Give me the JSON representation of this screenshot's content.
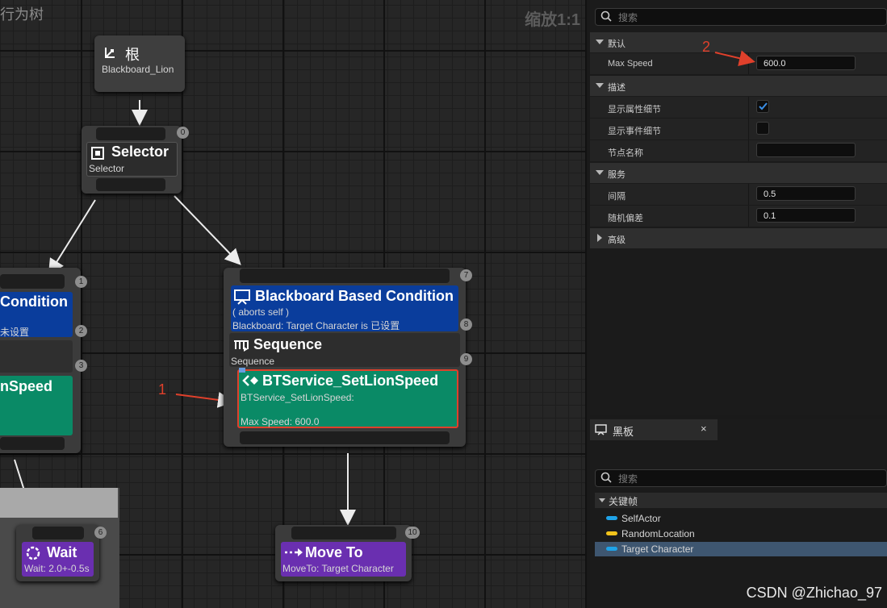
{
  "graph": {
    "title": "行为树",
    "zoom": "缩放1:1",
    "root": {
      "title": "根",
      "subtitle": "Blackboard_Lion"
    },
    "selector": {
      "title": "Selector",
      "subtitle": "Selector",
      "index": "0"
    },
    "left_cond": {
      "title": "Condition",
      "subtitle": "未设置",
      "indices": [
        "1",
        "2",
        "3"
      ]
    },
    "left_service": {
      "title": "nSpeed"
    },
    "bbcond": {
      "title": "Blackboard Based Condition",
      "line1": "( aborts self )",
      "line2": "Blackboard: Target Character is 已设置",
      "index_top": "7",
      "index_mid": "8"
    },
    "sequence": {
      "title": "Sequence",
      "subtitle": "Sequence",
      "index": "9"
    },
    "service": {
      "title": "BTService_SetLionSpeed",
      "line1": "BTService_SetLionSpeed:",
      "line2": "Max Speed: 600.0"
    },
    "wait": {
      "title": "Wait",
      "subtitle": "Wait: 2.0+-0.5s",
      "index": "6"
    },
    "moveto": {
      "title": "Move To",
      "subtitle": "MoveTo: Target Character",
      "index": "10"
    },
    "annotations": {
      "a1": "1",
      "a2": "2"
    }
  },
  "details": {
    "search_placeholder": "搜索",
    "cat_default": "默认",
    "max_speed_label": "Max Speed",
    "max_speed_value": "600.0",
    "cat_desc": "描述",
    "show_prop_label": "显示属性细节",
    "show_event_label": "显示事件细节",
    "node_name_label": "节点名称",
    "node_name_value": "",
    "cat_service": "服务",
    "interval_label": "间隔",
    "interval_value": "0.5",
    "random_label": "随机偏差",
    "random_value": "0.1",
    "cat_advanced": "高级"
  },
  "blackboard": {
    "tab": "黑板",
    "close": "×",
    "search_placeholder": "搜索",
    "group": "关键帧",
    "keys": [
      {
        "name": "SelfActor",
        "color": "#1fa3e8"
      },
      {
        "name": "RandomLocation",
        "color": "#f2c31b"
      },
      {
        "name": "Target Character",
        "color": "#1fa3e8"
      }
    ]
  },
  "watermark": "CSDN @Zhichao_97",
  "colors": {
    "blue_node": "#0a3d9c",
    "green_node": "#0a8a66",
    "purple_node": "#6a2fb0",
    "accent_red": "#e0402b"
  }
}
